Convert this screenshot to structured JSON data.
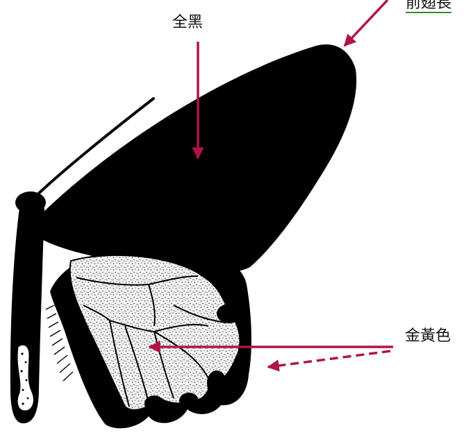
{
  "labels": {
    "all_black": "全黑",
    "golden_yellow": "金黃色",
    "forewing_length": "前翅長"
  },
  "colors": {
    "arrow": "#b0134a",
    "wing_black": "#000000",
    "hindwing_patch": "#efefef",
    "underline": "#2e8b2e"
  }
}
